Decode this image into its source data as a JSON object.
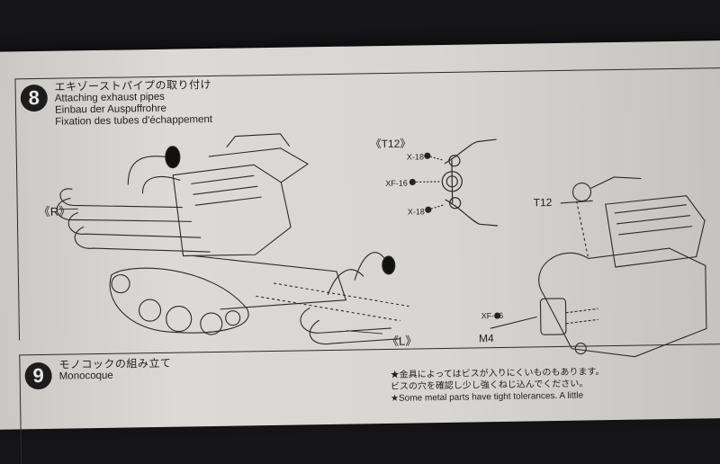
{
  "step8": {
    "number": "8",
    "title_jp": "エキゾーストパイプの取り付け",
    "title_en": "Attaching exhaust pipes",
    "title_de": "Einbau der Auspuffrohre",
    "title_fr": "Fixation des tubes d'échappement"
  },
  "labels": {
    "right_pipe": "《R》",
    "left_pipe": "《L》",
    "t12_detail": "《T12》",
    "x18_top": "X-18",
    "xf16_mid": "XF-16",
    "x18_bottom": "X-18",
    "t12_callout": "T12",
    "xf16_screw": "XF-16",
    "m4": "M4"
  },
  "step9": {
    "number": "9",
    "title_jp": "モノコックの組み立て",
    "title_en": "Monocoque",
    "note_line1": "★金具によってはビスが入りにくいものもあります。",
    "note_line2": "ビスの穴を確認し少し強くねじ込んでください。",
    "note_line3": "★Some metal parts have tight tolerances. A little"
  },
  "colors": {
    "paper": "#d8d6d2",
    "ink": "#1e1e1e",
    "background": "#151517"
  }
}
